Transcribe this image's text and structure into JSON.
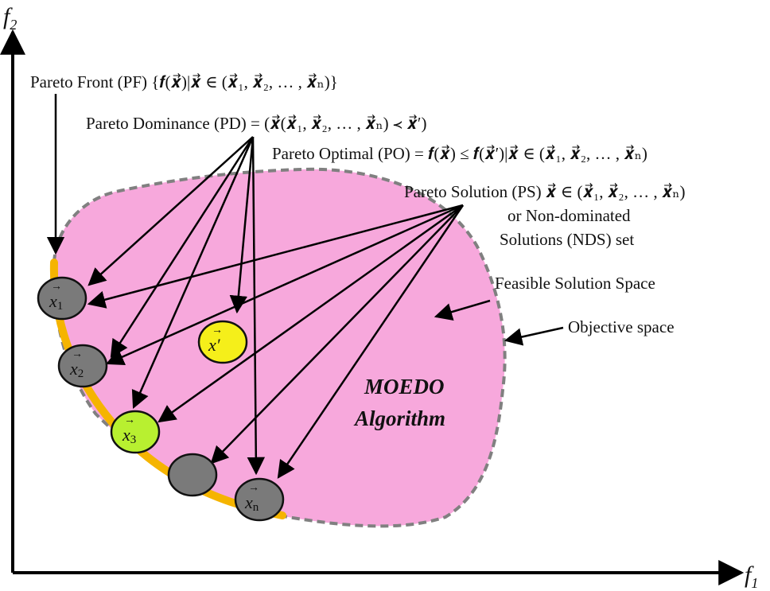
{
  "axes": {
    "x_label": "f",
    "x_sub": "1",
    "y_label": "f",
    "y_sub": "2"
  },
  "labels": {
    "pareto_front": "Pareto Front (PF) {𝒇(𝒙⃗)|𝒙⃗ ∈ (𝒙⃗₁, 𝒙⃗₂, … , 𝒙⃗ₙ)}",
    "pareto_dominance": "Pareto Dominance (PD) = (𝒙⃗(𝒙⃗₁, 𝒙⃗₂, … , 𝒙⃗ₙ) ≺ 𝒙⃗′)",
    "pareto_optimal": "Pareto Optimal (PO) = 𝒇(𝒙⃗) ≤ 𝒇(𝒙⃗′)|𝒙⃗ ∈ (𝒙⃗₁, 𝒙⃗₂, … , 𝒙⃗ₙ)",
    "pareto_solution": "Pareto Solution (PS) 𝒙⃗ ∈ (𝒙⃗₁, 𝒙⃗₂, … , 𝒙⃗ₙ)",
    "non_dominated_1": "or Non-dominated",
    "non_dominated_2": "Solutions (NDS) set",
    "feasible_space": "Feasible Solution Space",
    "objective_space": "Objective space",
    "algorithm_1": "MOEDO",
    "algorithm_2": "Algorithm"
  },
  "nodes": [
    {
      "id": "x1",
      "label": "x",
      "sub": "1",
      "color": "#7a7a7a"
    },
    {
      "id": "x2",
      "label": "x",
      "sub": "2",
      "color": "#7a7a7a"
    },
    {
      "id": "x3",
      "label": "x",
      "sub": "3",
      "color": "#b8f030"
    },
    {
      "id": "x4",
      "label": "",
      "sub": "",
      "color": "#7a7a7a"
    },
    {
      "id": "xn",
      "label": "x",
      "sub": "n",
      "color": "#7a7a7a"
    },
    {
      "id": "xprime",
      "label": "x′",
      "sub": "",
      "color": "#f5ef1a"
    }
  ],
  "colors": {
    "region": "#f7a8dc",
    "front": "#f5b400",
    "border": "#808080"
  }
}
